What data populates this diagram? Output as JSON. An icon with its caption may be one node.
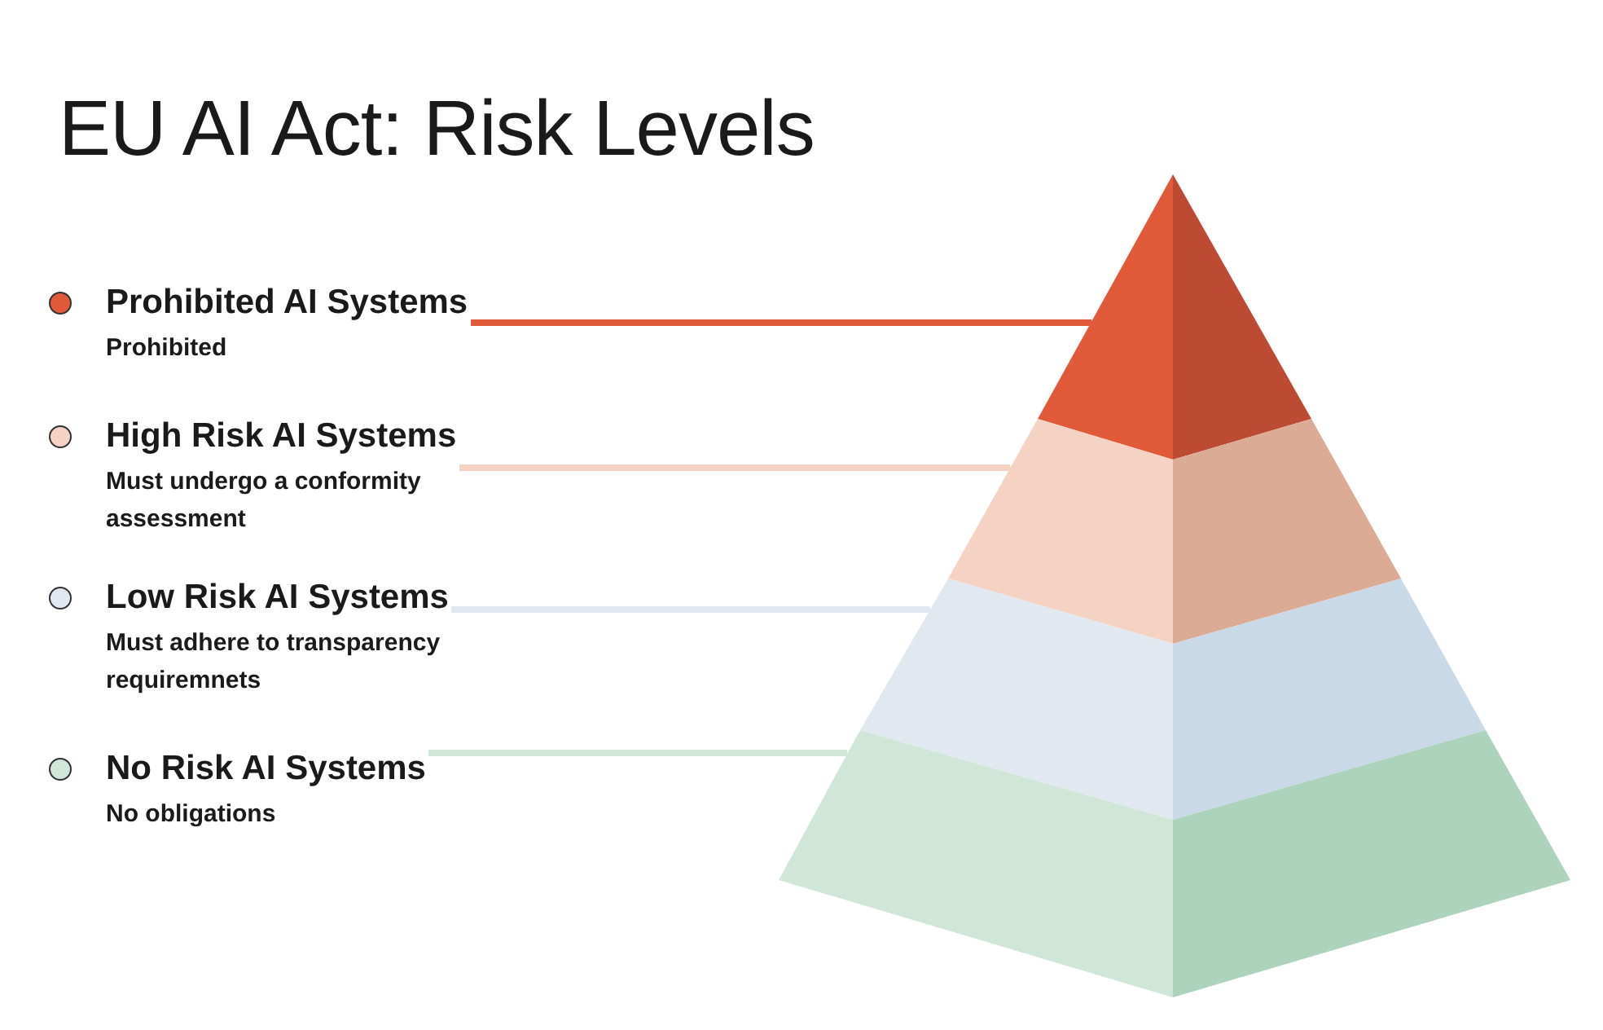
{
  "diagram": {
    "title": "EU AI Act: Risk Levels",
    "nodes": [
      {
        "text": [
          "Prohibited AI Systems",
          "Prohibited"
        ]
      },
      {
        "text": [
          "High Risk AI Systems",
          "Must undergo a conformity assessment"
        ]
      },
      {
        "text": [
          "Low Risk AI Systems",
          "Must adhere to transparency requiremnets"
        ]
      },
      {
        "text": [
          "No Risk AI Systems",
          "No obligations"
        ]
      },
      {
        "text": [],
        "shape": "triangle"
      },
      {
        "text": [],
        "shape": "trapezoid"
      },
      {
        "text": [],
        "shape": "trapezoid"
      },
      {
        "text": [],
        "shape": "trapezoid"
      }
    ],
    "edges": [
      {
        "from": 0,
        "to": 4,
        "arrow": "none",
        "color": "#e05a3a"
      },
      {
        "from": 1,
        "to": 5,
        "arrow": "none",
        "color": "#f5d3c4"
      },
      {
        "from": 2,
        "to": 6,
        "arrow": "none",
        "color": "#e1e8f0"
      },
      {
        "from": 3,
        "to": 7,
        "arrow": "none",
        "color": "#d0e6d8"
      }
    ]
  }
}
